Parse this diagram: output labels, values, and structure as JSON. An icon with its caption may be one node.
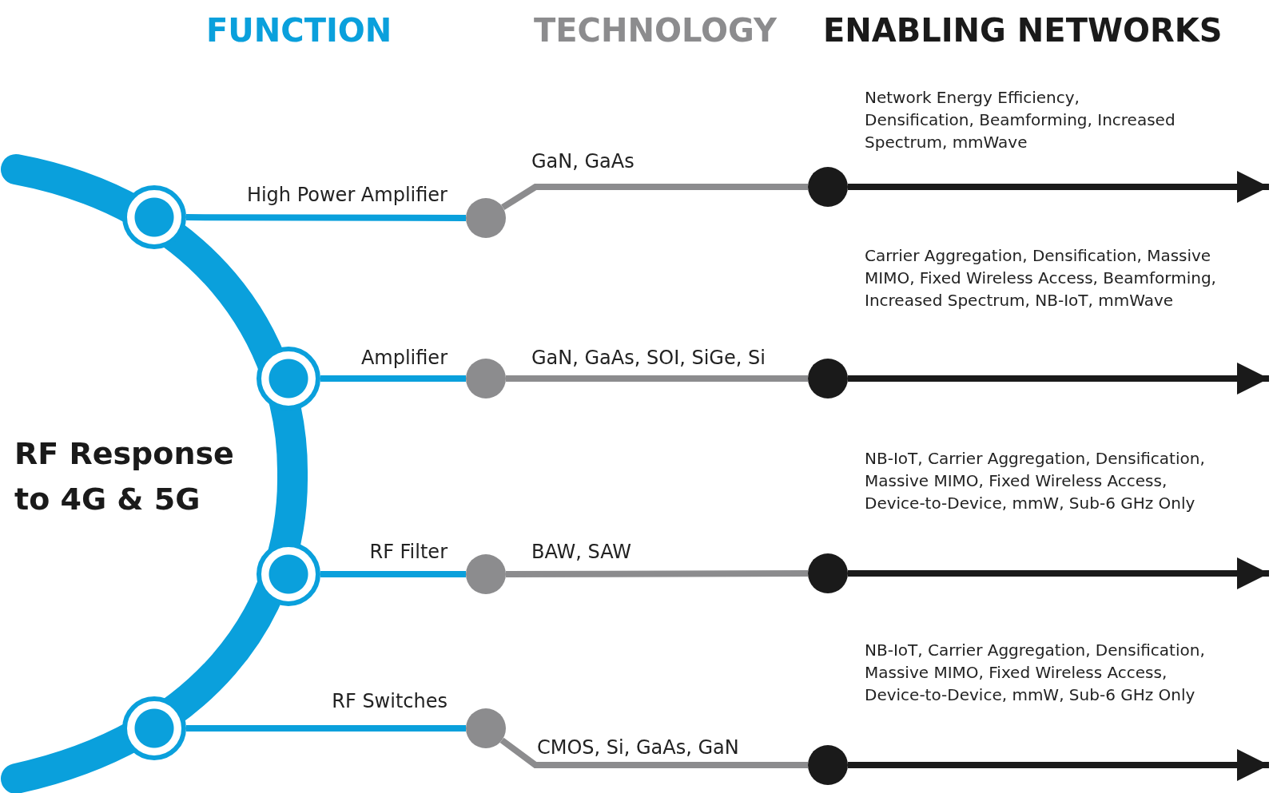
{
  "diagram": {
    "nodes": [
      {
        "text": [],
        "shape": "circle"
      },
      {
        "text": [],
        "shape": "circle"
      },
      {
        "text": [],
        "shape": "circle"
      },
      {
        "text": [],
        "shape": "circle"
      },
      {
        "text": [],
        "shape": "circle"
      },
      {
        "text": [],
        "shape": "circle"
      },
      {
        "text": [],
        "shape": "circle"
      },
      {
        "text": [],
        "shape": "circle"
      },
      {
        "text": [],
        "shape": "circle"
      },
      {
        "text": [],
        "shape": "circle"
      },
      {
        "text": [],
        "shape": "circle"
      },
      {
        "text": [],
        "shape": "circle"
      }
    ],
    "edges": [
      {
        "from": 0,
        "to": 4,
        "arrow": "none",
        "label": "High Power Amplifier",
        "color": "#0aa0dc"
      },
      {
        "from": 4,
        "to": 8,
        "arrow": "none",
        "label": "GaN, GaAs",
        "color": "#8c8c8e"
      },
      {
        "from": 8,
        "to": null,
        "arrow": "to",
        "label": "Network Energy Efficiency, Densification, Beamforming, Increased Spectrum, mmWave",
        "color": "#1a1a1a"
      },
      {
        "from": 1,
        "to": 5,
        "arrow": "none",
        "label": "Amplifier",
        "color": "#0aa0dc"
      },
      {
        "from": 5,
        "to": 9,
        "arrow": "none",
        "label": "GaN, GaAs, SOI, SiGe, Si",
        "color": "#8c8c8e"
      },
      {
        "from": 9,
        "to": null,
        "arrow": "to",
        "label": "Carrier Aggregation, Densification, Massive MIMO, Fixed Wireless Access, Beamforming, Increased Spectrum, NB-IoT, mmWave",
        "color": "#1a1a1a"
      },
      {
        "from": 2,
        "to": 6,
        "arrow": "none",
        "label": "RF Filter",
        "color": "#0aa0dc"
      },
      {
        "from": 6,
        "to": 10,
        "arrow": "none",
        "label": "BAW, SAW",
        "color": "#8c8c8e"
      },
      {
        "from": 10,
        "to": null,
        "arrow": "to",
        "label": "NB-IoT, Carrier Aggregation, Densification, Massive MIMO, Fixed Wireless Access, Device-to-Device, mmW, Sub-6 GHz Only",
        "color": "#1a1a1a"
      },
      {
        "from": 3,
        "to": 7,
        "arrow": "none",
        "label": "RF Switches",
        "color": "#0aa0dc"
      },
      {
        "from": 7,
        "to": 11,
        "arrow": "none",
        "label": "CMOS, Si, GaAs, GaN",
        "color": "#8c8c8e"
      },
      {
        "from": 11,
        "to": null,
        "arrow": "to",
        "label": "NB-IoT, Carrier Aggregation, Densification, Massive MIMO, Fixed Wireless Access, Device-to-Device, mmW, Sub-6 GHz Only",
        "color": "#1a1a1a"
      }
    ],
    "labels": [
      "FUNCTION",
      "TECHNOLOGY",
      "ENABLING NETWORKS",
      "RF Response to 4G & 5G"
    ]
  }
}
